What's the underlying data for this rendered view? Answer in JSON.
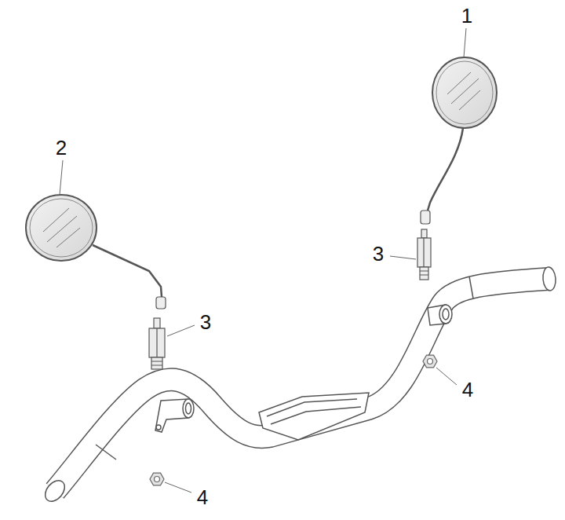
{
  "diagram": {
    "labels": [
      "1",
      "2",
      "3",
      "3",
      "4",
      "4"
    ]
  }
}
